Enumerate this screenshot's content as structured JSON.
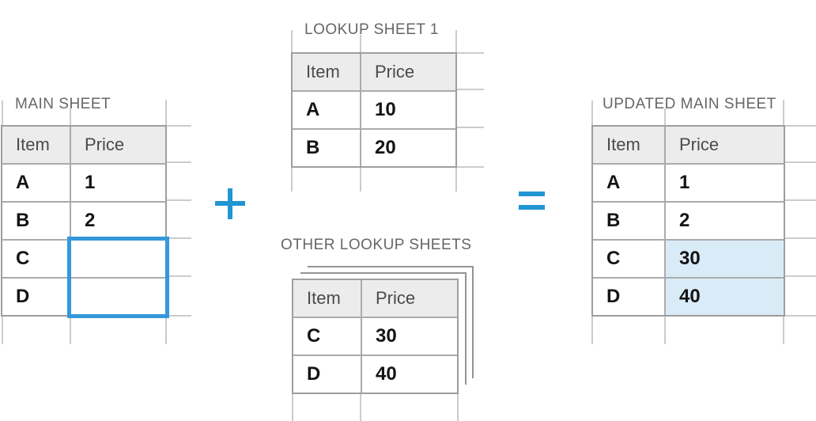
{
  "colors": {
    "accent_blue": "#2196D3",
    "selection_border_blue": "#3498DB",
    "highlight_cell_blue": "#D9EBF7",
    "header_fill": "#ECECEC",
    "table_border": "#9E9E9E",
    "inner_border": "#ABABAB",
    "grid_extension_line": "#CCCCCC",
    "stacked_sheet_outline": "#949494",
    "title_text": "#666666",
    "header_text": "#4A4A4A",
    "data_text": "#141414"
  },
  "operators": {
    "plus": "+",
    "equals": "="
  },
  "tables": {
    "main": {
      "title": "MAIN SHEET",
      "headers": [
        "Item",
        "Price"
      ],
      "rows": [
        [
          "A",
          "1"
        ],
        [
          "B",
          "2"
        ],
        [
          "C",
          ""
        ],
        [
          "D",
          ""
        ]
      ]
    },
    "lookup1": {
      "title": "LOOKUP SHEET 1",
      "headers": [
        "Item",
        "Price"
      ],
      "rows": [
        [
          "A",
          "10"
        ],
        [
          "B",
          "20"
        ]
      ]
    },
    "other": {
      "title": "OTHER LOOKUP SHEETS",
      "headers": [
        "Item",
        "Price"
      ],
      "rows": [
        [
          "C",
          "30"
        ],
        [
          "D",
          "40"
        ]
      ]
    },
    "updated": {
      "title": "UPDATED MAIN SHEET",
      "headers": [
        "Item",
        "Price"
      ],
      "rows": [
        [
          "A",
          "1"
        ],
        [
          "B",
          "2"
        ],
        [
          "C",
          "30"
        ],
        [
          "D",
          "40"
        ]
      ],
      "highlighted_rows": [
        2,
        3
      ]
    }
  }
}
